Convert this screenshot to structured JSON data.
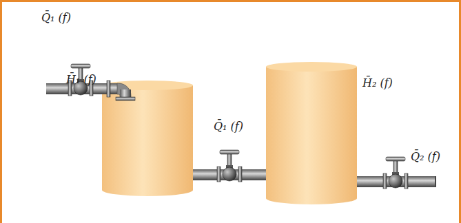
{
  "diagram": {
    "labels": [
      "Q̄₁ (f)",
      "H̄₁ (f)",
      "Q̄₁ (f)",
      "H̄₂ (f)",
      "Q̄₂ (f)"
    ]
  }
}
